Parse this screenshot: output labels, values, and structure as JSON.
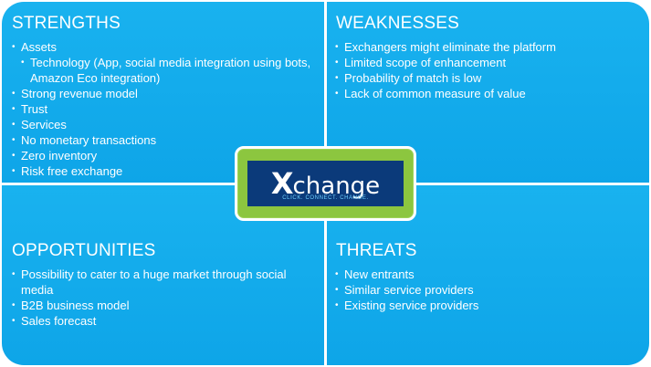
{
  "strengths": {
    "title": "STRENGTHS",
    "items": [
      "Assets",
      "Technology (App, social media integration using bots, Amazon Eco integration)",
      "Strong revenue model",
      "Trust",
      "Services",
      "No monetary transactions",
      "Zero inventory",
      "Risk free exchange"
    ]
  },
  "weaknesses": {
    "title": "WEAKNESSES",
    "items": [
      "Exchangers might eliminate the platform",
      "Limited scope of enhancement",
      "Probability of match is low",
      "Lack of common measure of value"
    ]
  },
  "opportunities": {
    "title": "OPPORTUNITIES",
    "items": [
      "Possibility to cater to a huge market through social media",
      "B2B business model",
      "Sales forecast"
    ]
  },
  "threats": {
    "title": "THREATS",
    "items": [
      "New entrants",
      "Similar service providers",
      "Existing service providers"
    ]
  },
  "logo": {
    "letter": "X",
    "rest": "change",
    "tagline": "CLICK. CONNECT. CHANGE."
  },
  "colors": {
    "quadrant": "#14adee",
    "badge_border": "#8cc63f",
    "logo_background": "#0b3a7a",
    "text": "#ffffff"
  }
}
